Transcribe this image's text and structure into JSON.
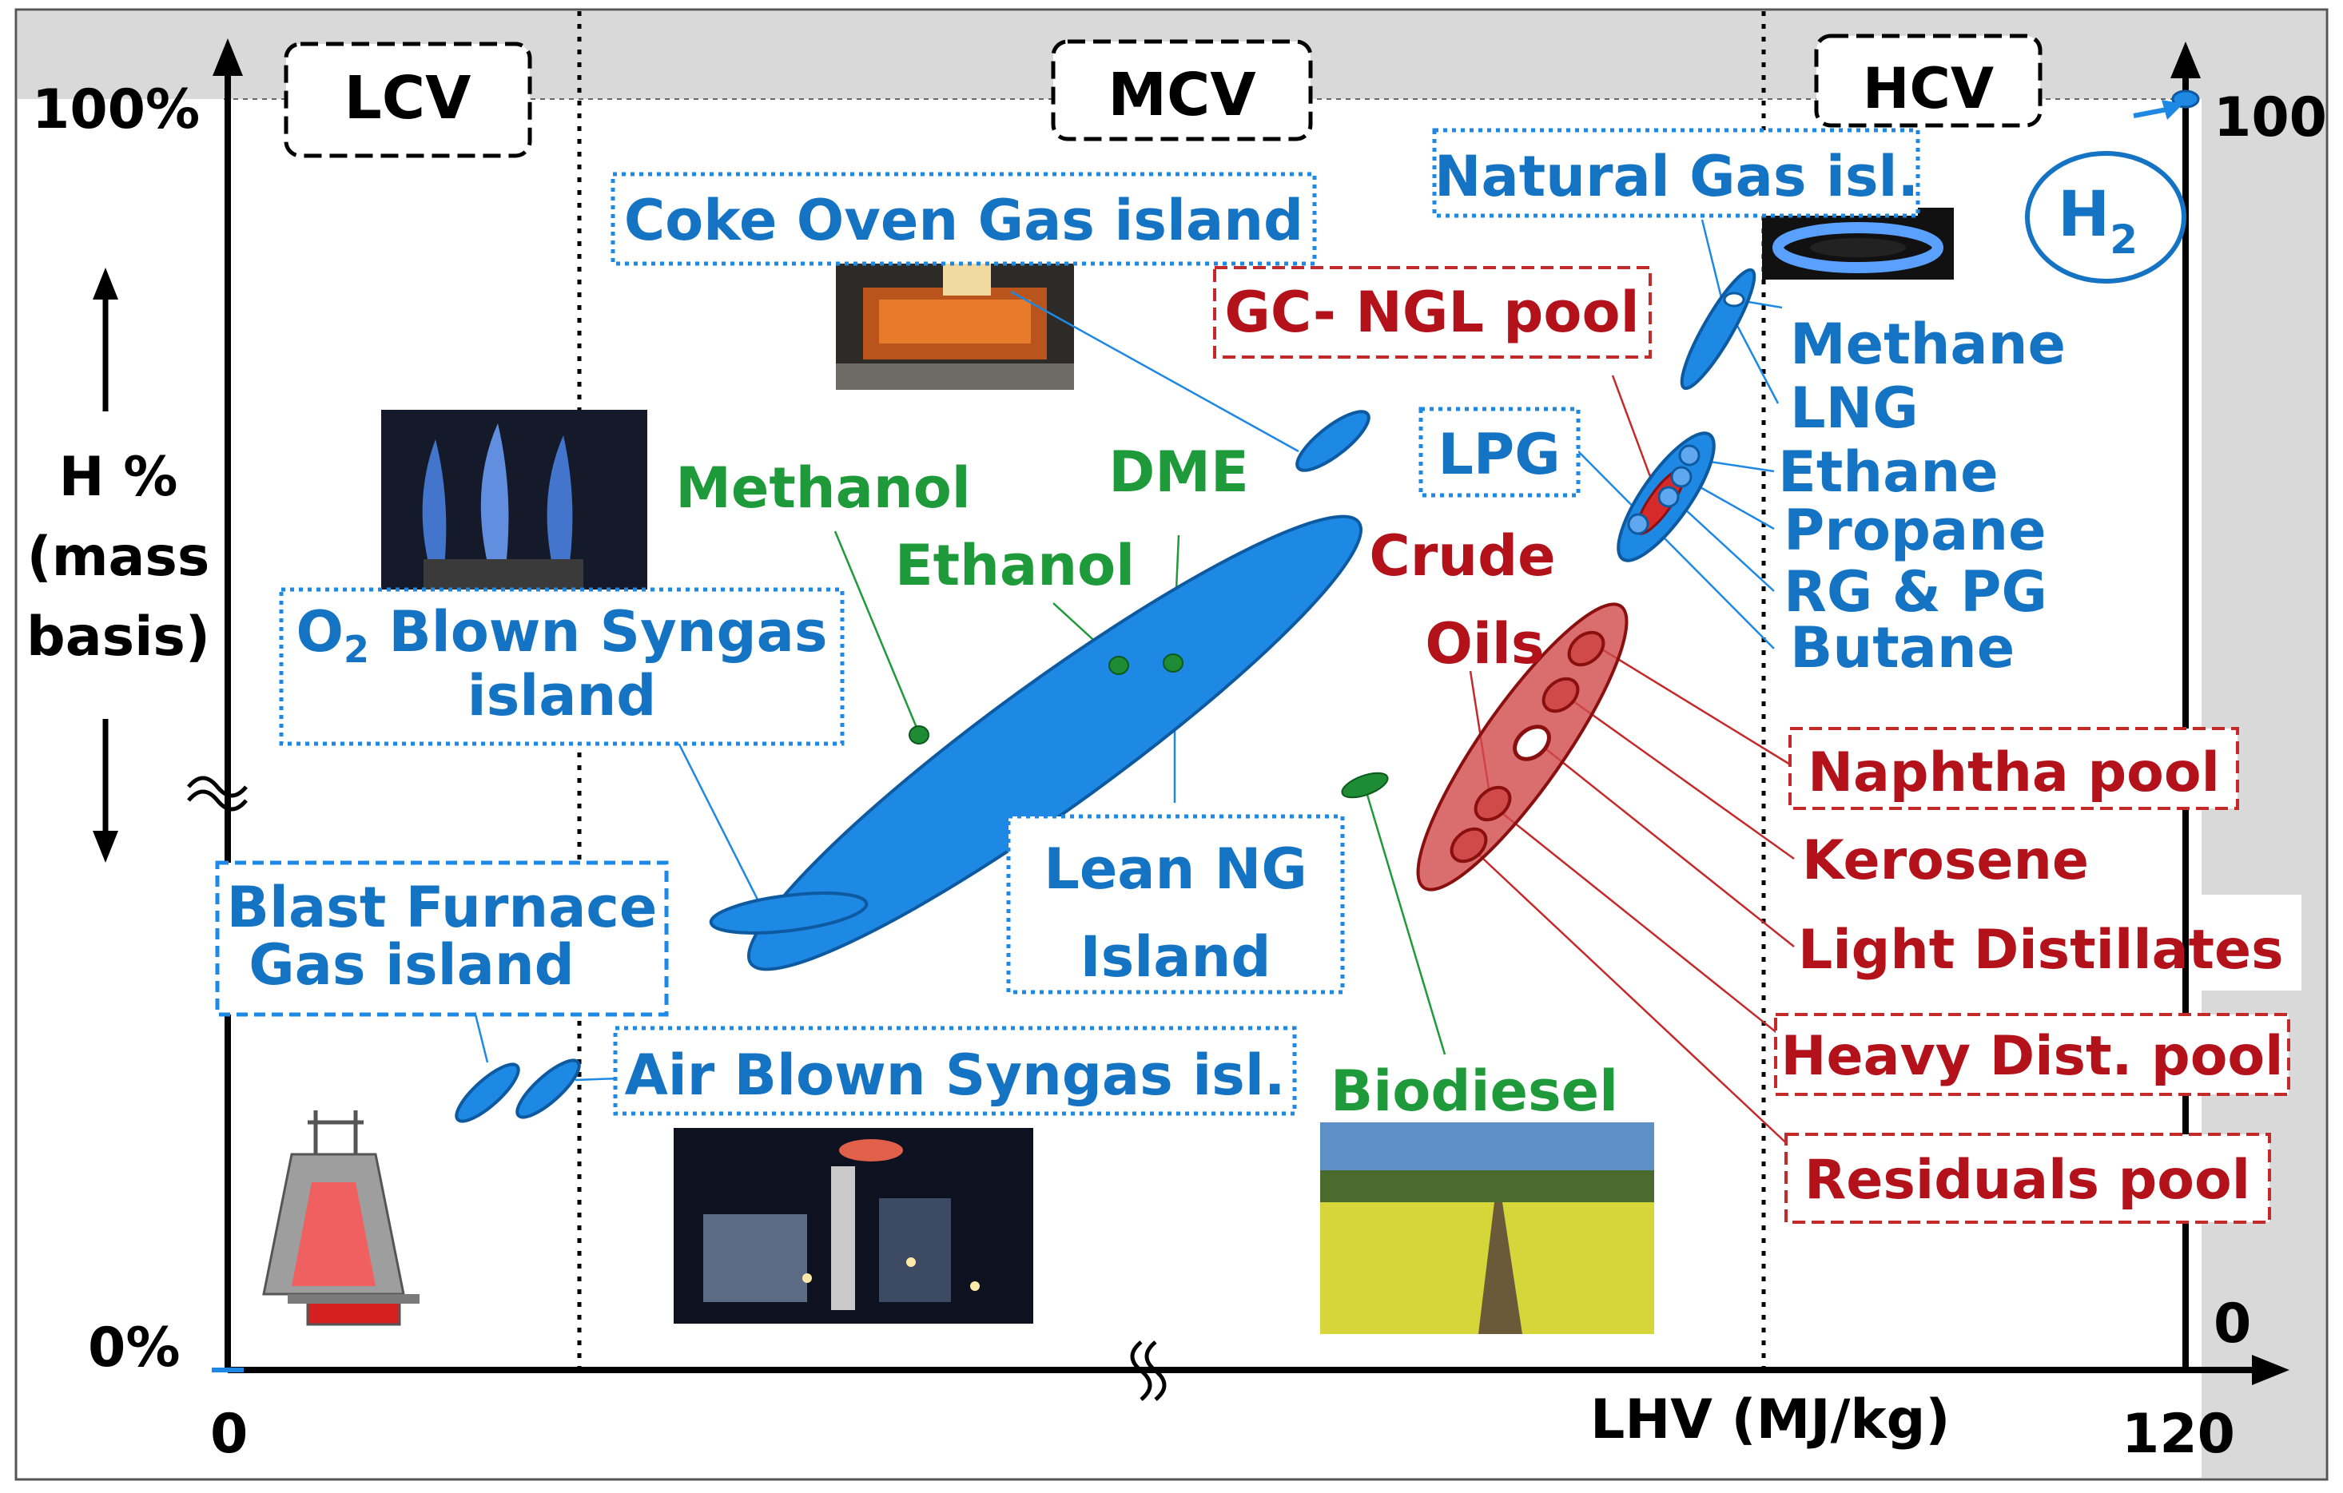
{
  "colors": {
    "gas_blue": "#1e88e5",
    "label_blue": "#1573c4",
    "liquid_red": "#b3121b",
    "bio_green": "#1e9a3a",
    "band_gray": "#d9d9d9"
  },
  "axes": {
    "y_top": "100%",
    "y_bottom": "0%",
    "y_title": [
      "H %",
      "(mass",
      "basis)"
    ],
    "x_left": "0",
    "x_right": "120",
    "x_title": "LHV (MJ/kg)",
    "right_top": "100",
    "right_bottom": "0"
  },
  "regions": {
    "lcv": "LCV",
    "mcv": "MCV",
    "hcv": "HCV"
  },
  "gas_labels": {
    "coke_oven": "Coke Oven Gas island",
    "natural_gas": "Natural Gas isl.",
    "lpg": "LPG",
    "o2_line1": "O",
    "o2_sub": "2",
    "o2_line1_rest": " Blown Syngas",
    "o2_line2": "island",
    "blast_line1": "Blast Furnace",
    "blast_line2": "Gas island",
    "lean_line1": "Lean NG",
    "lean_line2": "Island",
    "air_blown": "Air Blown Syngas isl.",
    "h2_main": "H",
    "h2_sub": "2"
  },
  "hc_labels": [
    "Methane",
    "LNG",
    "Ethane",
    "Propane",
    "RG & PG",
    "Butane"
  ],
  "liquid_labels": {
    "gc_ngl": "GC- NGL pool",
    "crude1": "Crude",
    "crude2": "Oils",
    "naphtha": "Naphtha pool",
    "kerosene": "Kerosene",
    "light_dist": "Light Distillates",
    "heavy_dist": "Heavy Dist. pool",
    "residuals": "Residuals pool"
  },
  "bio_labels": {
    "methanol": "Methanol",
    "dme": "DME",
    "ethanol": "Ethanol",
    "biodiesel": "Biodiesel"
  },
  "images": {
    "coke_oven": "coke-oven-photo",
    "flames": "blue-flames-photo",
    "burner": "gas-burner-photo",
    "plant": "power-plant-night-photo",
    "field": "rapeseed-field-photo",
    "furnace": "blast-furnace-sketch"
  }
}
